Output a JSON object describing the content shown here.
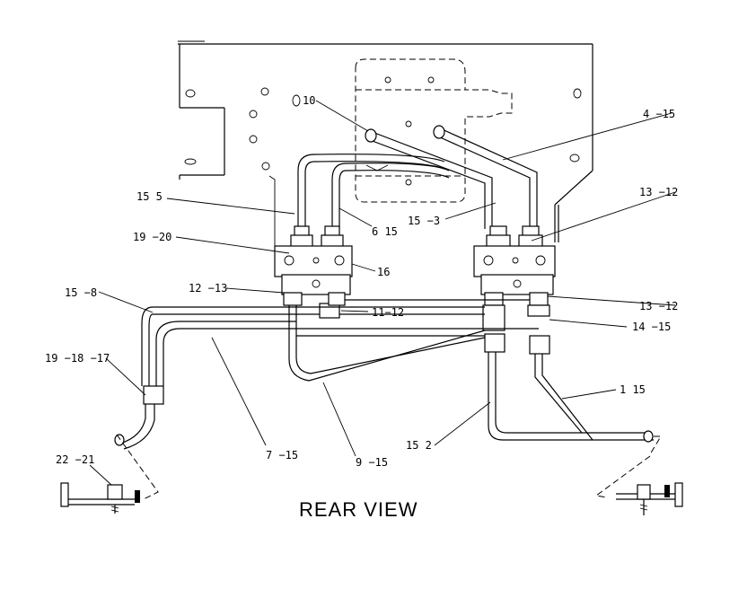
{
  "title": "REAR VIEW",
  "callouts": {
    "c10": "10",
    "c4_15": "4 −15",
    "c15_5": "15   5",
    "c6_15": "6   15",
    "c15_3": "15 −3",
    "c13_12a": "13 −12",
    "c19_20": "19 −20",
    "c16": "16",
    "c12_13": "12 −13",
    "c13_12b": "13 −12",
    "c15_8": "15 −8",
    "c11_12": "11−12",
    "c14_15": "14 −15",
    "c19_18_17": "19 −18 −17",
    "c1_15": "1  15",
    "c15_2": "15   2",
    "c7_15": "7 −15",
    "c9_15": "9 −15",
    "c22_21": "22 −21"
  }
}
